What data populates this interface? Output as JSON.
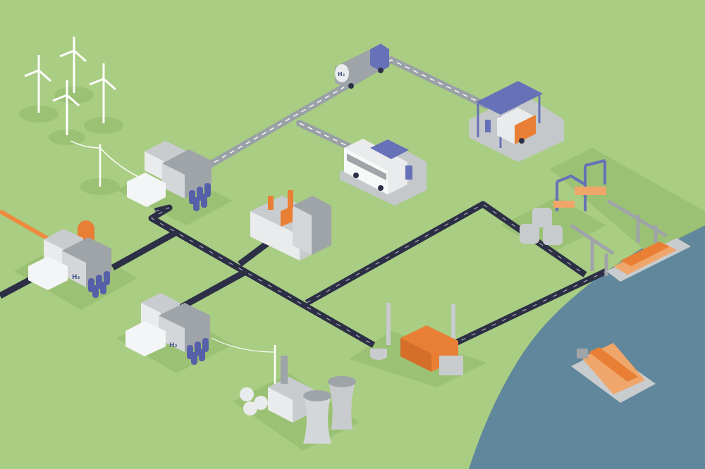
{
  "scene": {
    "description_hidden": "",
    "colors": {
      "land": "#a9cd83",
      "patch": "#9bc174",
      "pad": "#c9cdd0",
      "sea": "#60879b",
      "road": "#9aa1a6",
      "pipeline": "#2c2f45",
      "pipeline_alt": "#ee8a3d",
      "building_light": "#e9ebec",
      "building_mid": "#c9ccce",
      "building_dark": "#9fa4a8",
      "accent_orange": "#e87f35",
      "accent_blue": "#6671b8",
      "tank_blue": "#5660a8"
    },
    "icons": [
      "wind-turbine-icon",
      "hydrogen-plant-icon",
      "tanker-truck-icon",
      "bus-icon",
      "fueling-station-icon",
      "refinery-icon",
      "port-crane-icon",
      "cargo-ship-icon",
      "power-plant-icon"
    ],
    "labels": {
      "truck_tank": "H₂",
      "plant_left": "H₂",
      "plant_bottom": "H₂"
    }
  }
}
